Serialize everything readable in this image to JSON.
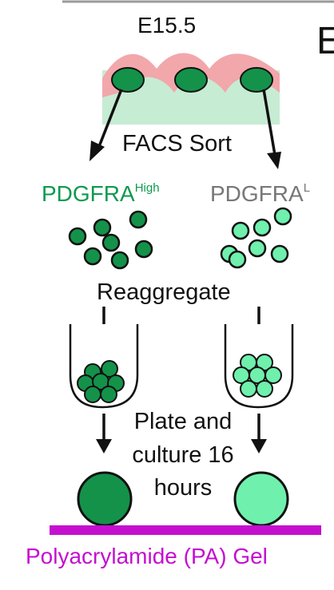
{
  "stage": "E15.5",
  "steps": {
    "sort": "FACS Sort",
    "reaggregate": "Reaggregate",
    "plate_line1": "Plate and",
    "plate_line2": "culture 16",
    "plate_line3": "hours"
  },
  "populations": {
    "high": {
      "name": "PDGFRA",
      "superscript": "High",
      "color": "#0d9a4f"
    },
    "low": {
      "name": "PDGFRA",
      "superscript": "L",
      "color": "#777777"
    }
  },
  "substrate": {
    "label": "Polyacrylamide (PA) Gel",
    "color": "#c40fcf"
  },
  "panel_letter": "E",
  "colors": {
    "tissue_pink": "#f2a7ab",
    "tissue_green": "#c6ecd3",
    "cell_high": "#14924a",
    "cell_low": "#6ff0ad",
    "outline": "#111111"
  }
}
